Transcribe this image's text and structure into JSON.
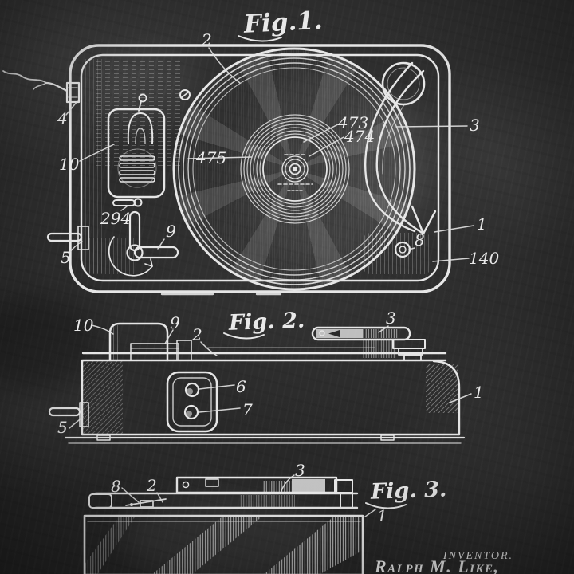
{
  "colors": {
    "board": "#2b2b2b",
    "chalk": "#e8e8e8"
  },
  "fig1": {
    "title": "Fig.1.",
    "ref_labels": {
      "n2": "2",
      "n4": "4",
      "n10": "10",
      "n475": "475",
      "n473": "473",
      "n474": "474",
      "n3": "3",
      "n294": "294",
      "n9": "9",
      "n5": "5",
      "n8": "8",
      "n1": "1",
      "n140": "140"
    }
  },
  "fig2": {
    "title": "Fig. 2.",
    "ref_labels": {
      "n10": "10",
      "n9": "9",
      "n2": "2",
      "n3": "3",
      "n6": "6",
      "n7": "7",
      "n5": "5",
      "n1": "1"
    }
  },
  "fig3": {
    "title": "Fig. 3.",
    "ref_labels": {
      "n8": "8",
      "n2": "2",
      "n3": "3",
      "n1": "1"
    }
  },
  "signature": {
    "inventor_heading": "INVENTOR.",
    "inventor_name": "Ralph M. Like,"
  }
}
